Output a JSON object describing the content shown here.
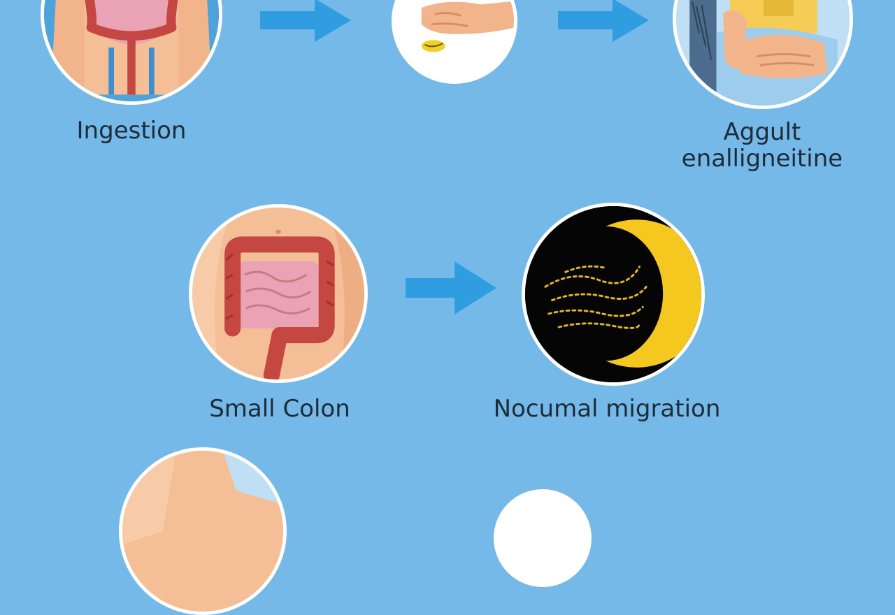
{
  "diagram": {
    "steps": [
      {
        "label": "Ingestion",
        "icon": "intestine-body-icon"
      },
      {
        "label": "",
        "icon": "hand-egg-icon"
      },
      {
        "label_line1": "Aggult",
        "label_line2": "enalligneitine",
        "icon": "person-stomach-icon"
      },
      {
        "label": "Small Colon",
        "icon": "colon-icon"
      },
      {
        "label": "Nocumal migration",
        "icon": "night-worms-icon"
      },
      {
        "label": "",
        "icon": "partial-circle-icon"
      },
      {
        "label": "",
        "icon": "partial-circle-icon"
      }
    ],
    "arrow_icon": "right-arrow-icon",
    "colors": {
      "background": "#74b9e8",
      "arrow": "#2f9de0",
      "ring": "#ffffff",
      "skin": "#f3b58a",
      "intestine": "#c94a43",
      "moon": "#f5c81f"
    }
  }
}
